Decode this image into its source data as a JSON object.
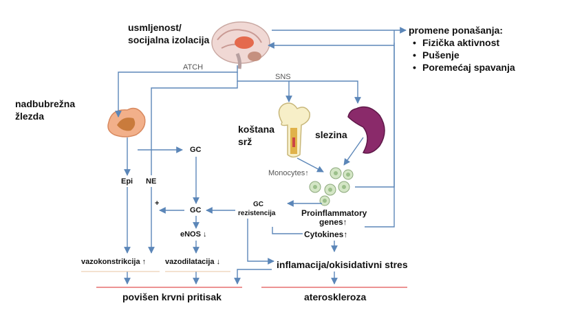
{
  "diagram": {
    "stress": [
      "usmljenost/",
      "socijalna izolacija"
    ],
    "behavior": {
      "title": "promene ponašanja:",
      "items": [
        "Fizička aktivnost",
        "Pušenje",
        "Poremećaj spavanja"
      ]
    },
    "atch": "ATCH",
    "sns": "SNS",
    "adrenal": [
      "nadbubrežna",
      "žlezda"
    ],
    "bone_marrow": [
      "koštana",
      "srž"
    ],
    "spleen": "slezina",
    "epi": "Epi",
    "ne": "NE",
    "gc_top": "GC",
    "gc_mid": "GC",
    "plus": "+",
    "enos": "eNOS ↓",
    "monocytes": "Monocytes↑",
    "gc_resistance": [
      "GC",
      "rezistencija"
    ],
    "proinflammatory": [
      "Proinflammatory",
      "genes↑"
    ],
    "cytokines": "Cytokines↑",
    "vasoconstriction": "vazokonstrikcija ↑",
    "vasodilation": "vazodilatacija ↓",
    "inflammation": "inflamacija/okisidativni stres",
    "blood_pressure": "povišen krvni pritisak",
    "atherosclerosis": "ateroskleroza"
  }
}
